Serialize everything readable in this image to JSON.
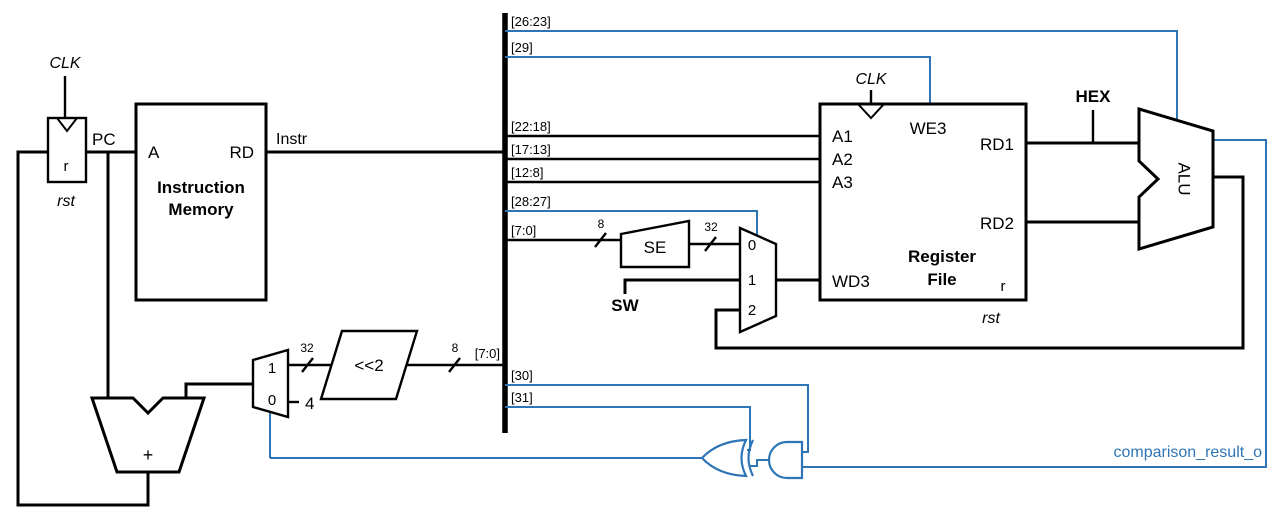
{
  "colors": {
    "control_wire": "#2e75b6",
    "data_wire": "#000000",
    "background": "#ffffff"
  },
  "pc_register": {
    "clk_label": "CLK",
    "r_label": "r",
    "rst_label": "rst",
    "output_label": "PC"
  },
  "instruction_memory": {
    "port_a": "A",
    "port_rd": "RD",
    "title_line1": "Instruction",
    "title_line2": "Memory",
    "output_label": "Instr"
  },
  "instr_bus": {
    "slice_26_23": "[26:23]",
    "slice_29": "[29]",
    "slice_22_18": "[22:18]",
    "slice_17_13": "[17:13]",
    "slice_12_8": "[12:8]",
    "slice_28_27": "[28:27]",
    "slice_7_0_imm": "[7:0]",
    "slice_7_0_branch": "[7:0]",
    "slice_30": "[30]",
    "slice_31": "[31]"
  },
  "sign_extender": {
    "label": "SE",
    "input_width": "8",
    "output_width": "32"
  },
  "switch_input": {
    "label": "SW"
  },
  "wd3_mux": {
    "input0": "0",
    "input1": "1",
    "input2": "2"
  },
  "register_file": {
    "clk_label": "CLK",
    "port_a1": "A1",
    "port_a2": "A2",
    "port_a3": "A3",
    "port_we3": "WE3",
    "port_rd1": "RD1",
    "port_rd2": "RD2",
    "port_wd3": "WD3",
    "title_line1": "Register",
    "title_line2": "File",
    "r_label": "r",
    "rst_label": "rst"
  },
  "hex_display": {
    "label": "HEX"
  },
  "alu": {
    "label": "ALU"
  },
  "branch_shifter": {
    "label": "<<2",
    "input_width": "8",
    "output_width": "32"
  },
  "pc_mux": {
    "input1": "1",
    "input0": "0",
    "constant": "4"
  },
  "pc_adder": {
    "label": "+"
  },
  "comparison": {
    "label": "comparison_result_o"
  }
}
